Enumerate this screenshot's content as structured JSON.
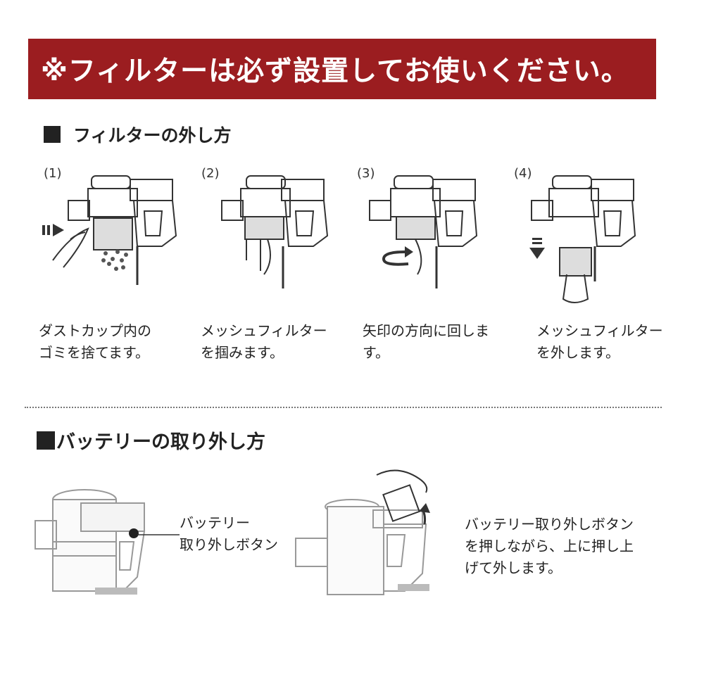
{
  "banner": {
    "text": "※フィルターは必ず設置してお使いください。"
  },
  "filter_section": {
    "title": "フィルターの外し方",
    "steps": [
      {
        "number": "(1)",
        "lines": [
          "ダストカップ内の",
          "ゴミを捨てます。"
        ]
      },
      {
        "number": "(2)",
        "lines": [
          "メッシュフィルター",
          "を掴みます。"
        ]
      },
      {
        "number": "(3)",
        "lines": [
          "矢印の方向に回しま",
          "す。"
        ]
      },
      {
        "number": "(4)",
        "lines": [
          "メッシュフィルター",
          "を外します。"
        ]
      }
    ]
  },
  "battery_section": {
    "title": "バッテリーの取り外し方",
    "callout_lines": [
      "バッテリー",
      "取り外しボタン"
    ],
    "instruction_lines": [
      "バッテリー取り外しボタン",
      "を押しながら、上に押し上",
      "げて外します。"
    ]
  },
  "colors": {
    "banner_bg": "#9b1d20",
    "text": "#222222",
    "accent": "#b23a2c"
  }
}
